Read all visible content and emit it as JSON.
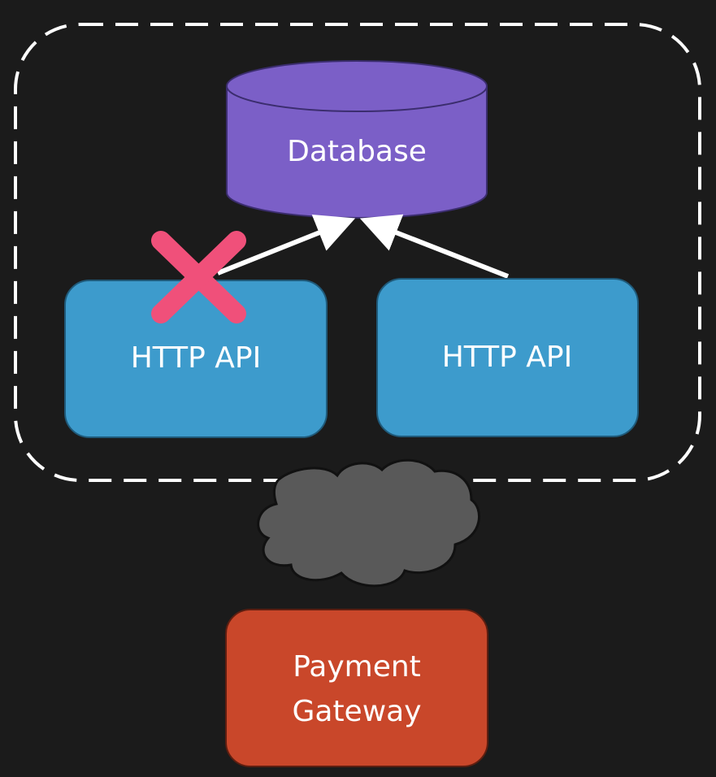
{
  "nodes": {
    "database": {
      "label": "Database"
    },
    "api_left": {
      "label": "HTTP API",
      "status": "failed"
    },
    "api_right": {
      "label": "HTTP API"
    },
    "payment_gateway": {
      "line1": "Payment",
      "line2": "Gateway"
    }
  },
  "colors": {
    "background": "#1b1b1b",
    "database": "#7b5fc7",
    "api": "#3d9bcc",
    "payment_gateway": "#c9472a",
    "cloud": "#595959",
    "failure_mark": "#f0507a",
    "boundary": "#ffffff"
  }
}
